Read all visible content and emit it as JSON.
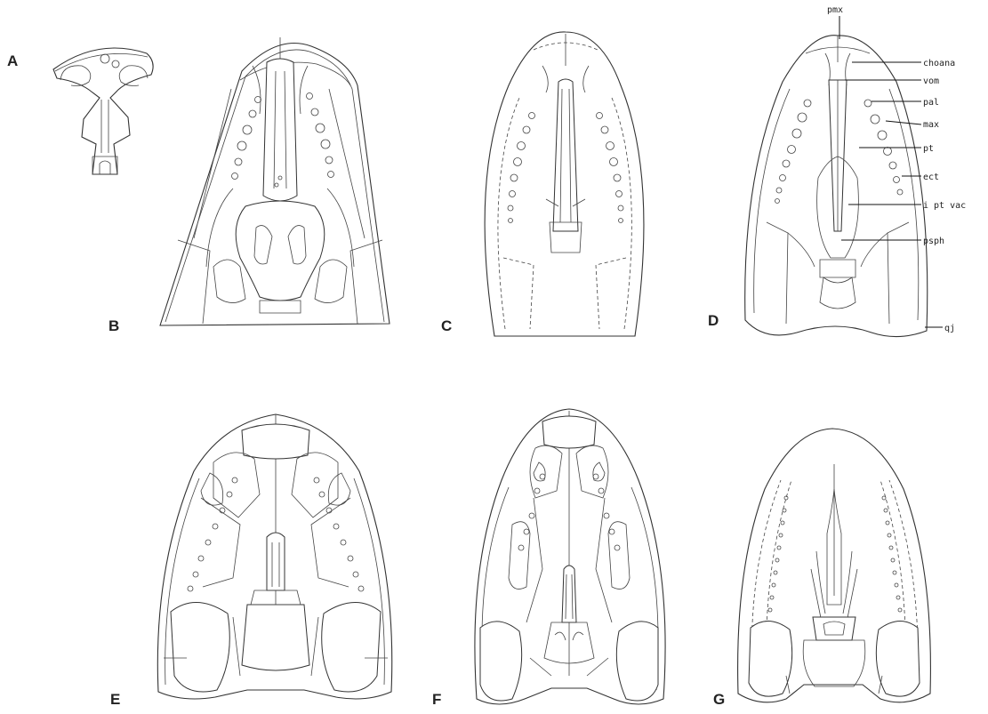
{
  "figure": {
    "panel_letters": [
      "A",
      "B",
      "C",
      "D",
      "E",
      "F",
      "G"
    ],
    "anatomy_labels": {
      "pmx": "pmx",
      "choana": "choana",
      "vom": "vom",
      "pal": "pal",
      "max": "max",
      "pt": "pt",
      "ect": "ect",
      "ipt_vac": "i pt vac",
      "psph": "psph",
      "qj": "qj"
    }
  }
}
